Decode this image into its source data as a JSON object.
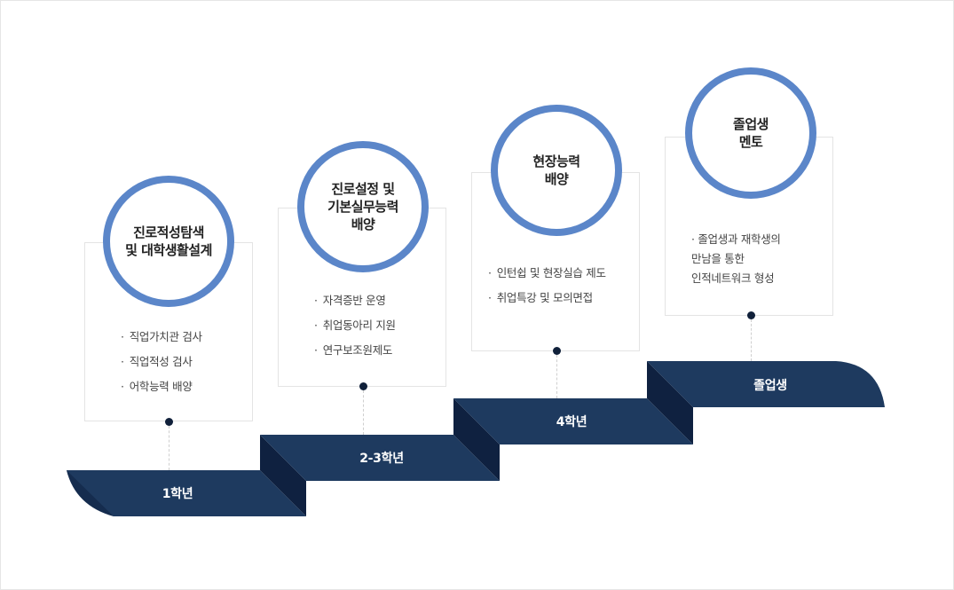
{
  "stages": [
    {
      "circle_lines": "진로적성탐색\n및 대학생활설계",
      "items": [
        "직업가치관 검사",
        "직업적성 검사",
        "어학능력 배양"
      ],
      "grade": "1학년"
    },
    {
      "circle_lines": "진로설정 및\n기본실무능력\n배양",
      "items": [
        "자격증반 운영",
        "취업동아리 지원",
        "연구보조원제도"
      ],
      "grade": "2-3학년"
    },
    {
      "circle_lines": "현장능력\n배양",
      "items": [
        "인턴쉽 및 현장실습 제도",
        "취업특강 및 모의면접"
      ],
      "grade": "4학년"
    },
    {
      "circle_lines": "졸업생\n멘토",
      "items": [
        "· 졸업생과 재학생의\n  만남을 통한\n  인적네트워크 형성"
      ],
      "grade": "졸업생"
    }
  ],
  "colors": {
    "circle_border": "#5b86c9",
    "step_fill": "#1e3a5f",
    "step_dark": "#0f2140",
    "dot": "#10203a"
  }
}
